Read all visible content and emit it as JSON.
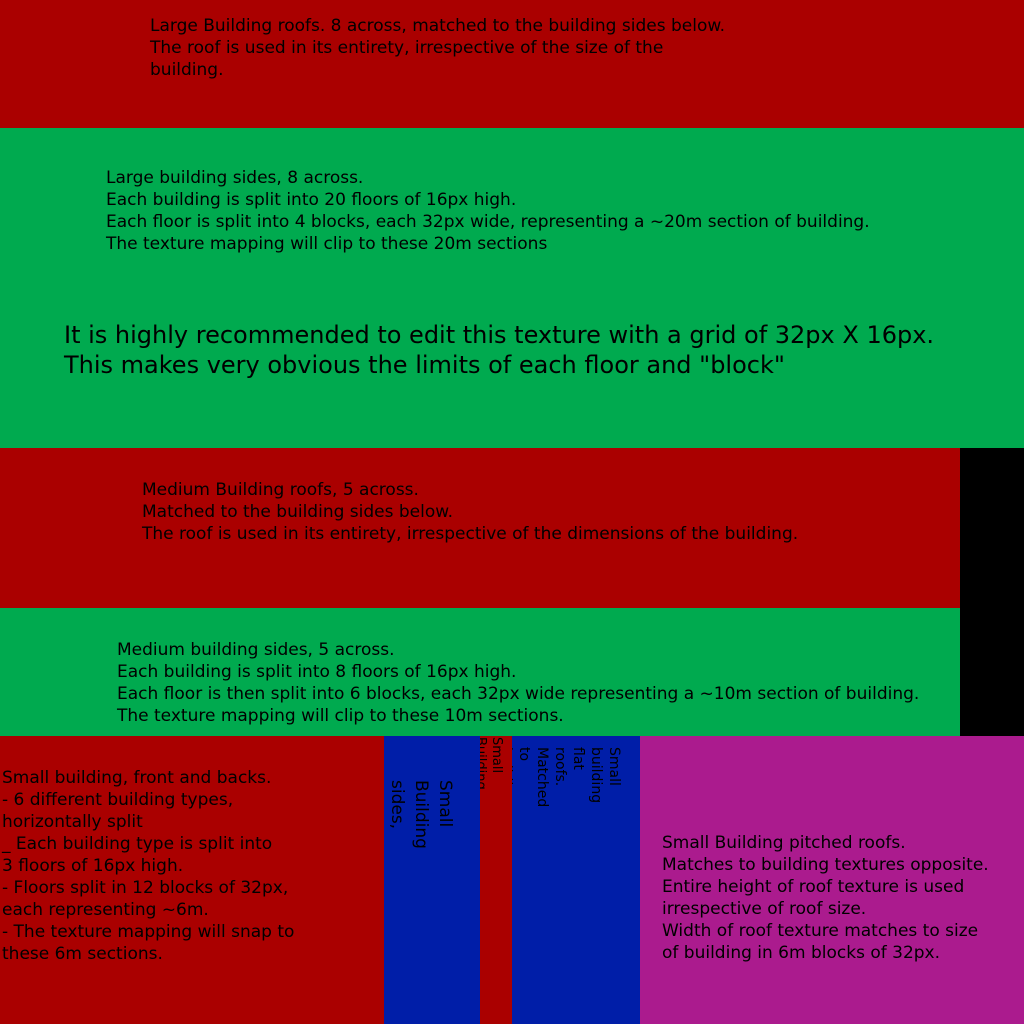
{
  "large_roofs": {
    "text": "Large Building roofs.  8 across, matched to the building sides below.\nThe roof is used in its entirety, irrespective of the size of the\nbuilding."
  },
  "large_sides": {
    "text": "Large building sides, 8 across.\nEach building is split into 20 floors of 16px high.\nEach floor is split into 4 blocks, each 32px wide, representing a ~20m section of building.\nThe texture mapping will clip to these 20m sections",
    "recommendation": "It is highly recommended to edit this texture with a grid of 32px X 16px.\nThis makes very obvious the limits of each floor and \"block\""
  },
  "medium_roofs": {
    "text": "Medium Building roofs, 5 across.\nMatched to the building sides below.\nThe roof is used in its entirety, irrespective of the dimensions of the building."
  },
  "medium_sides": {
    "text": "Medium building sides, 5 across.\nEach building is split into 8 floors of 16px high.\nEach floor is then split into 6 blocks, each 32px wide representing a ~10m section of building.\nThe texture mapping will clip to these 10m sections."
  },
  "small_front_backs": {
    "text": "Small building, front and backs.\n- 6 different building types,\n  horizontally split\n_ Each building type is split into\n  3 floors of 16px high.\n- Floors split in 12 blocks of 32px,\n  each representing ~6m.\n-  The texture mapping will snap to\n  these 6m sections."
  },
  "small_sides": {
    "text": "Small Building sides,\nas per front and backs"
  },
  "small_eaves": {
    "text": "Small Building eaves for pitched roofs"
  },
  "small_flat_roofs": {
    "text": "Small building flat roofs.\nMatched to building texture\nopposite.\nEntire width and height of texture\nused."
  },
  "small_pitched_roofs": {
    "text": "Small Building pitched roofs.\nMatches to building textures opposite.\nEntire height of roof texture is used\nirrespective of roof size.\nWidth of roof texture matches to size\nof building in 6m blocks of 32px."
  }
}
